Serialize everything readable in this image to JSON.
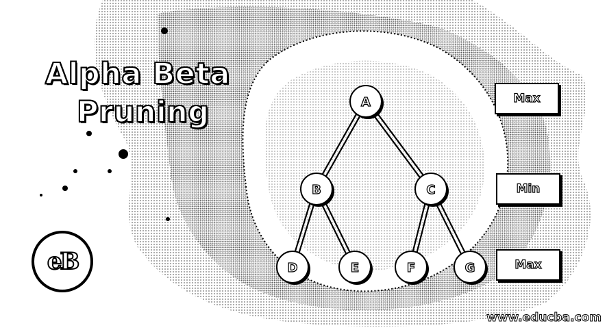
{
  "title": {
    "line1": "Alpha Beta",
    "line2": "Pruning"
  },
  "logo": {
    "text": "eB",
    "icon": "educba-logo"
  },
  "tree": {
    "nodes": [
      {
        "id": "A",
        "label": "A"
      },
      {
        "id": "B",
        "label": "B"
      },
      {
        "id": "C",
        "label": "C"
      },
      {
        "id": "D",
        "label": "D"
      },
      {
        "id": "E",
        "label": "E"
      },
      {
        "id": "F",
        "label": "F"
      },
      {
        "id": "G",
        "label": "G"
      }
    ],
    "edges": [
      [
        "A",
        "B"
      ],
      [
        "A",
        "C"
      ],
      [
        "B",
        "D"
      ],
      [
        "B",
        "E"
      ],
      [
        "C",
        "F"
      ],
      [
        "C",
        "G"
      ]
    ]
  },
  "levels": {
    "top": "Max",
    "middle": "Min",
    "bottom": "Max"
  },
  "website": "www.educba.com",
  "colors": {
    "ink": "#000000",
    "paper": "#ffffff"
  }
}
